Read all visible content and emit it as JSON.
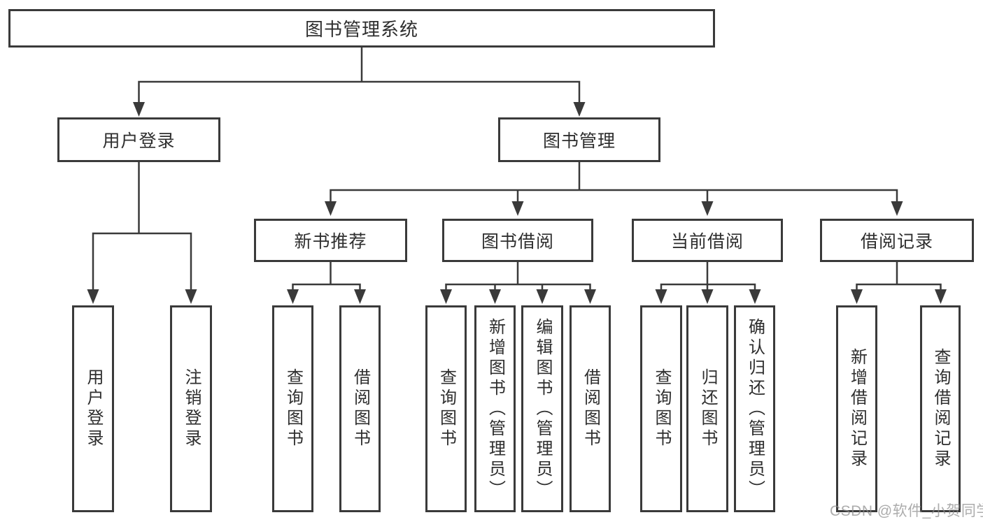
{
  "diagram": {
    "root": {
      "label": "图书管理系统"
    },
    "level2": [
      {
        "label": "用户登录"
      },
      {
        "label": "图书管理"
      }
    ],
    "level3": [
      {
        "label": "新书推荐"
      },
      {
        "label": "图书借阅"
      },
      {
        "label": "当前借阅"
      },
      {
        "label": "借阅记录"
      }
    ],
    "leaves": {
      "user_login": [
        "用户登录",
        "注销登录"
      ],
      "new_books": [
        "查询图书",
        "借阅图书"
      ],
      "book_borrow": [
        "查询图书",
        "新增图书（管理员）",
        "编辑图书（管理员）",
        "借阅图书"
      ],
      "current_borrow": [
        "查询图书",
        "归还图书",
        "确认归还（管理员）"
      ],
      "borrow_records": [
        "新增借阅记录",
        "查询借阅记录"
      ]
    }
  },
  "watermark": {
    "text": "CSDN @软件_小贺同学"
  },
  "colors": {
    "line": "#3a3a3a",
    "box_border": "#3a3a3a",
    "text": "#2e2e2e",
    "background": "#ffffff",
    "watermark": "#8c8c8c"
  }
}
